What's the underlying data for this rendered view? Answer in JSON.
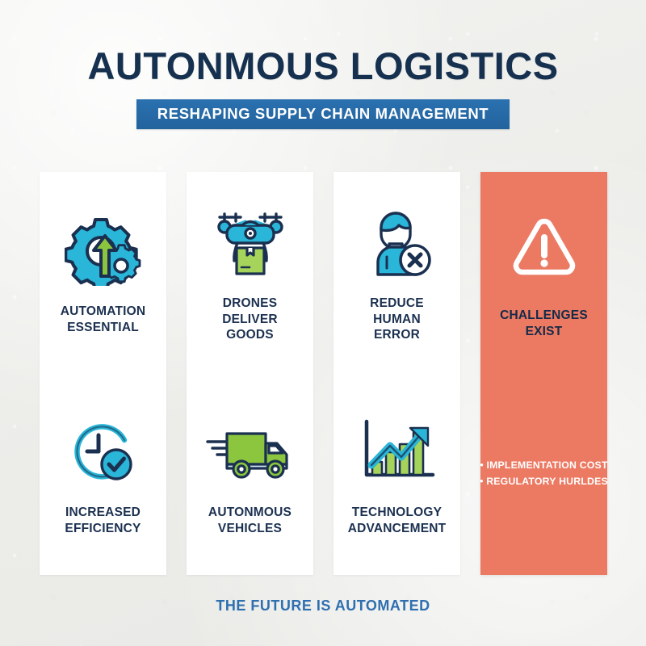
{
  "header": {
    "title": "AUTONMOUS LOGISTICS",
    "subtitle": "RESHAPING SUPPLY CHAIN MANAGEMENT"
  },
  "colors": {
    "background": "#efefed",
    "title_navy": "#16304f",
    "banner_blue": "#2a71b0",
    "card_white": "#ffffff",
    "accent_coral": "#ec7a63",
    "icon_teal": "#29b6d8",
    "icon_green": "#8cc63f",
    "icon_outline": "#1b3050",
    "footer_blue": "#2f6fb0"
  },
  "cards": [
    {
      "name": "automation",
      "cells": [
        {
          "icon": "gear-arrow-icon",
          "label": "AUTOMATION\nESSENTIAL"
        },
        {
          "icon": "clock-check-icon",
          "label": "INCREASED\nEFFICIENCY"
        }
      ]
    },
    {
      "name": "drones",
      "cells": [
        {
          "icon": "drone-package-icon",
          "label": "DRONES\nDELIVER\nGOODS"
        },
        {
          "icon": "delivery-truck-icon",
          "label": "AUTONMOUS\nVEHICLES"
        }
      ]
    },
    {
      "name": "human-error",
      "cells": [
        {
          "icon": "person-x-icon",
          "label": "REDUCE\nHUMAN\nERROR"
        },
        {
          "icon": "growth-chart-icon",
          "label": "TECHNOLOGY\nADVANCEMENT"
        }
      ]
    }
  ],
  "challenges": {
    "icon": "warning-triangle-icon",
    "label": "CHALLENGES\nEXIST",
    "bullets": [
      "IMPLEMENTATION COST",
      "REGULATORY HURLDES"
    ]
  },
  "footer": {
    "text": "THE FUTURE IS AUTOMATED"
  }
}
